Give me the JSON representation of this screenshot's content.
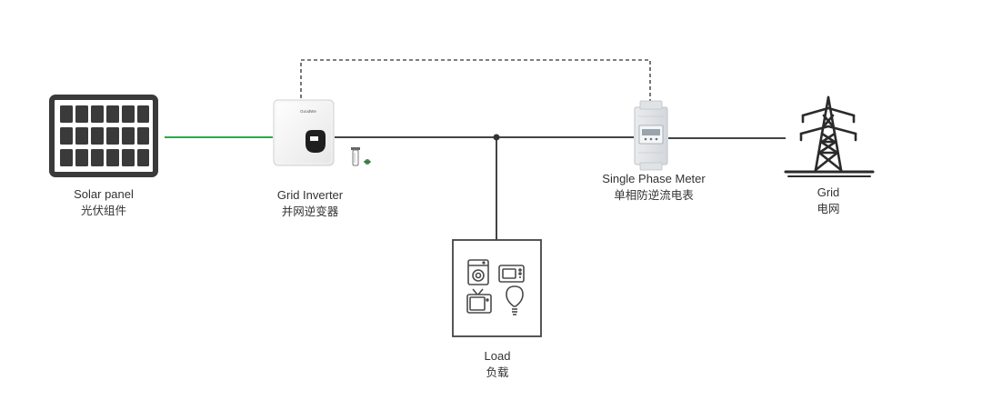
{
  "nodes": {
    "solar_panel": {
      "name_en": "Solar panel",
      "name_zh": "光伏组件"
    },
    "grid_inverter": {
      "name_en": "Grid Inverter",
      "name_zh": "并网逆变器",
      "brand_mark": "GoodWe"
    },
    "single_phase_meter": {
      "name_en": "Single Phase Meter",
      "name_zh": "单相防逆流电表"
    },
    "grid": {
      "name_en": "Grid",
      "name_zh": "电网"
    },
    "load": {
      "name_en": "Load",
      "name_zh": "负载"
    }
  },
  "colors": {
    "pv_line": "#2fa84f",
    "ac_line": "#444444",
    "comm_line": "#555555",
    "frame": "#555555",
    "text": "#333333"
  },
  "icons": {
    "solar_panel": "solar-panel-icon",
    "inverter": "inverter-icon",
    "ct_clamp": "ct-clamp-icon",
    "meter": "din-rail-meter-icon",
    "grid_tower": "transmission-tower-icon",
    "washing_machine": "washing-machine-icon",
    "microwave": "microwave-icon",
    "tv": "tv-icon",
    "bulb": "light-bulb-icon"
  }
}
